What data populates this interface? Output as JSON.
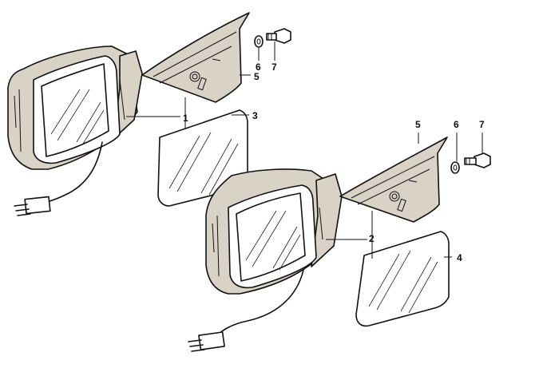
{
  "callouts": {
    "upper": {
      "part1": "1",
      "part3": "3",
      "part5": "5",
      "part6": "6",
      "part7": "7"
    },
    "lower": {
      "part2": "2",
      "part4": "4",
      "part5": "5",
      "part6": "6",
      "part7": "7"
    }
  }
}
